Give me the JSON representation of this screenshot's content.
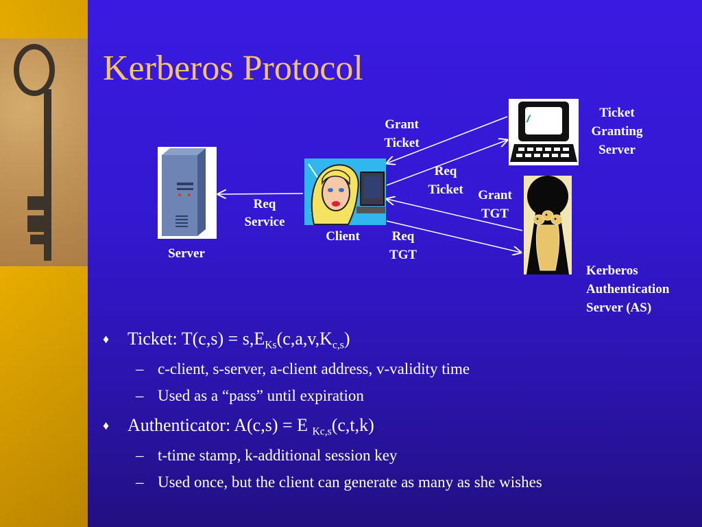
{
  "slide": {
    "title": "Kerberos Protocol",
    "colors": {
      "background": "#3418d2",
      "title": "#f5c46a",
      "sidebar": "#f0b400",
      "text": "#ffffff"
    }
  },
  "diagram": {
    "nodes": {
      "server": {
        "label": "Server",
        "icon": "server-tower-icon"
      },
      "client": {
        "label": "Client",
        "icon": "client-woman-icon"
      },
      "tgs": {
        "label_lines": [
          "Ticket",
          "Granting",
          "Server"
        ],
        "icon": "computer-terminal-icon"
      },
      "as": {
        "label_lines": [
          "Kerberos",
          "Authentication",
          "Server (AS)"
        ],
        "icon": "cerberus-keyhole-icon"
      }
    },
    "edges": {
      "req_service": {
        "label_lines": [
          "Req",
          "Service"
        ]
      },
      "grant_ticket": {
        "label_lines": [
          "Grant",
          "Ticket"
        ]
      },
      "req_ticket": {
        "label_lines": [
          "Req",
          "Ticket"
        ]
      },
      "grant_tgt": {
        "label_lines": [
          "Grant",
          "TGT"
        ]
      },
      "req_tgt": {
        "label_lines": [
          "Req",
          "TGT"
        ]
      }
    }
  },
  "bullets": [
    {
      "marker": "♦",
      "parts": {
        "a": "Ticket: T(c,s) = s,E",
        "b": "Ks",
        "c": "(c,a,v,K",
        "d": "c,s",
        "e": ")"
      },
      "subs": [
        {
          "marker": "–",
          "text": "c-client, s-server, a-client address, v-validity time"
        },
        {
          "marker": "–",
          "text": "Used as a “pass” until expiration"
        }
      ]
    },
    {
      "marker": "♦",
      "parts": {
        "a": "Authenticator: A(c,s) = E ",
        "b": "Kc,s",
        "c": "(c,t,k)"
      },
      "subs": [
        {
          "marker": "–",
          "text": "t-time stamp, k-additional session key"
        },
        {
          "marker": "–",
          "text": "Used once, but the client can generate as many as she wishes"
        }
      ]
    }
  ]
}
